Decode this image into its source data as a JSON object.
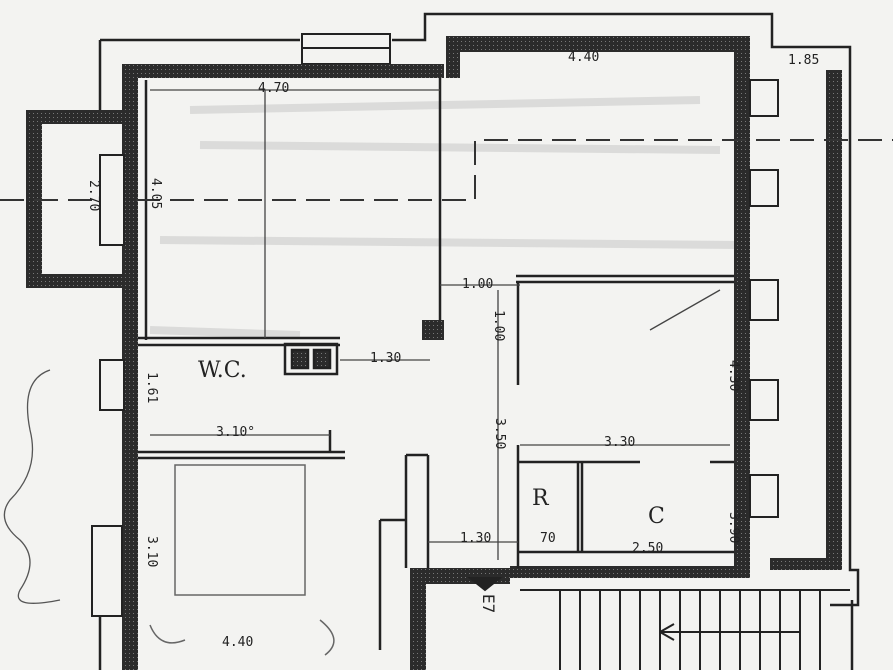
{
  "plan": {
    "room_labels": {
      "wc": "W.C.",
      "r": "R",
      "c": "C"
    },
    "dimensions": {
      "top_left_width": "4.70",
      "top_right_width": "4.40",
      "right_strip_width": "1.85",
      "left_height": "4.05",
      "balcony_left": "2.70",
      "corridor_upper": "1.00",
      "corridor_vertical": "1.00",
      "bath_height": "1.61",
      "bath_width": "3.10°",
      "small_gap": "1.30",
      "center_vertical": "3.50",
      "kitchen_width": "3.30",
      "right_vertical_upper": "4.30",
      "right_vertical_lower": "3.90",
      "entry_width": "1.30",
      "r_width": "70",
      "c_width": "2.50",
      "bottom_left_height": "3.10",
      "bottom_width": "4.40",
      "stair_mark": "E7"
    }
  }
}
